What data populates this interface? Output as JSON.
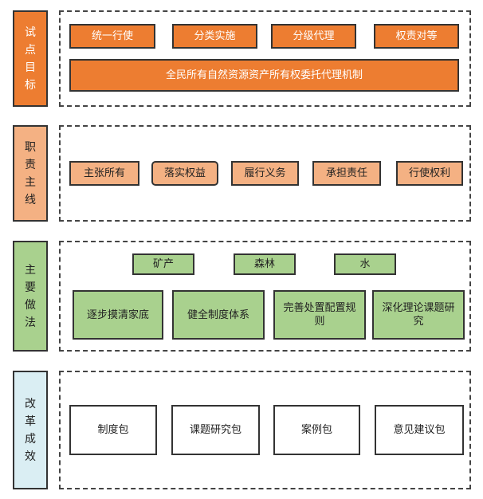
{
  "sections": [
    {
      "label": "试点目标",
      "items": [
        "统一行使",
        "分类实施",
        "分级代理",
        "权责对等"
      ],
      "wide": "全民所有自然资源资产所有权委托代理机制"
    },
    {
      "label": "职责主线",
      "items": [
        "主张所有",
        "落实权益",
        "履行义务",
        "承担责任",
        "行使权利"
      ]
    },
    {
      "label": "主要做法",
      "top": [
        "矿产",
        "森林",
        "水"
      ],
      "items": [
        "逐步摸清家底",
        "健全制度体系",
        "完善处置配置规则",
        "深化理论课题研究"
      ]
    },
    {
      "label": "改革成效",
      "items": [
        "制度包",
        "课题研究包",
        "案例包",
        "意见建议包"
      ]
    }
  ],
  "colors": {
    "orange": "#ED7D31",
    "light_orange": "#F4B183",
    "green": "#A9D18E",
    "cyan": "#DAEEF3"
  }
}
